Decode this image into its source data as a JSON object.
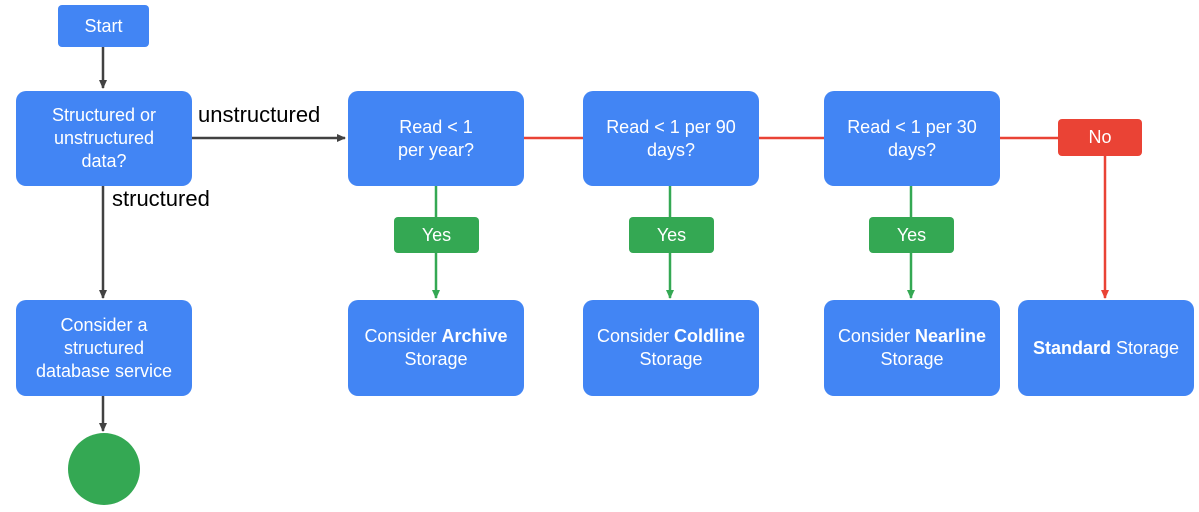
{
  "colors": {
    "node": "#4285f4",
    "yes": "#34a853",
    "no": "#ea4335",
    "flow_line": "#424242",
    "no_line": "#e94335",
    "yes_line": "#34a853",
    "text_on_node": "#ffffff"
  },
  "start": {
    "label": "Start"
  },
  "data_type_question": {
    "label": "Structured or\nunstructured\ndata?"
  },
  "edge_labels": {
    "unstructured": "unstructured",
    "structured": "structured"
  },
  "database_node": {
    "label": "Consider a\nstructured\ndatabase service"
  },
  "questions": {
    "archive": "Read < 1\nper year?",
    "coldline": "Read < 1 per 90\ndays?",
    "nearline": "Read < 1 per 30\ndays?"
  },
  "yes_label": "Yes",
  "no_label": "No",
  "outcomes": {
    "consider_word": "Consider",
    "storage_word": "Storage",
    "archive": "Archive",
    "coldline": "Coldline",
    "nearline": "Nearline",
    "standard": "Standard"
  }
}
